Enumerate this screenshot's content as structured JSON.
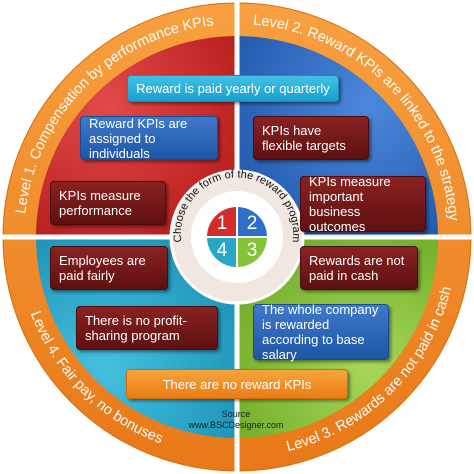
{
  "diagram": {
    "center_title": "Choose the form of the reward program",
    "quadrant_numbers": [
      "1",
      "2",
      "4",
      "3"
    ],
    "levels": {
      "level1": "Level 1. Compensation by performance KPIs",
      "level2": "Level 2. Reward KPIs are linked to the strategy",
      "level3": "Level 3. Rewards are not paid in cash",
      "level4": "Level 4. Fair pay, no bonuses"
    },
    "boxes": {
      "top_banner": "Reward is paid yearly or quarterly",
      "q1_blue": "Reward KPIs are assigned to individuals",
      "q1_dark": "KPIs measure performance",
      "q2_dark_top": "KPIs have flexible targets",
      "q2_dark_bottom": "KPIs measure important business outcomes",
      "q4_dark": "Employees are paid fairly",
      "q4_dark_bottom": "There is no profit-sharing program",
      "q3_dark": "Rewards are not paid in cash",
      "q3_blue": "The whole company is rewarded according to base salary",
      "bottom_banner": "There are no reward KPIs"
    },
    "source": {
      "line1": "Source",
      "line2": "www.BSCDesigner.com"
    },
    "colors": {
      "quadrant1": "#cc2a2a",
      "quadrant2": "#2f6fc9",
      "quadrant3": "#8cc63e",
      "quadrant4": "#2aa8c8",
      "ring": "#f28a1e"
    }
  }
}
